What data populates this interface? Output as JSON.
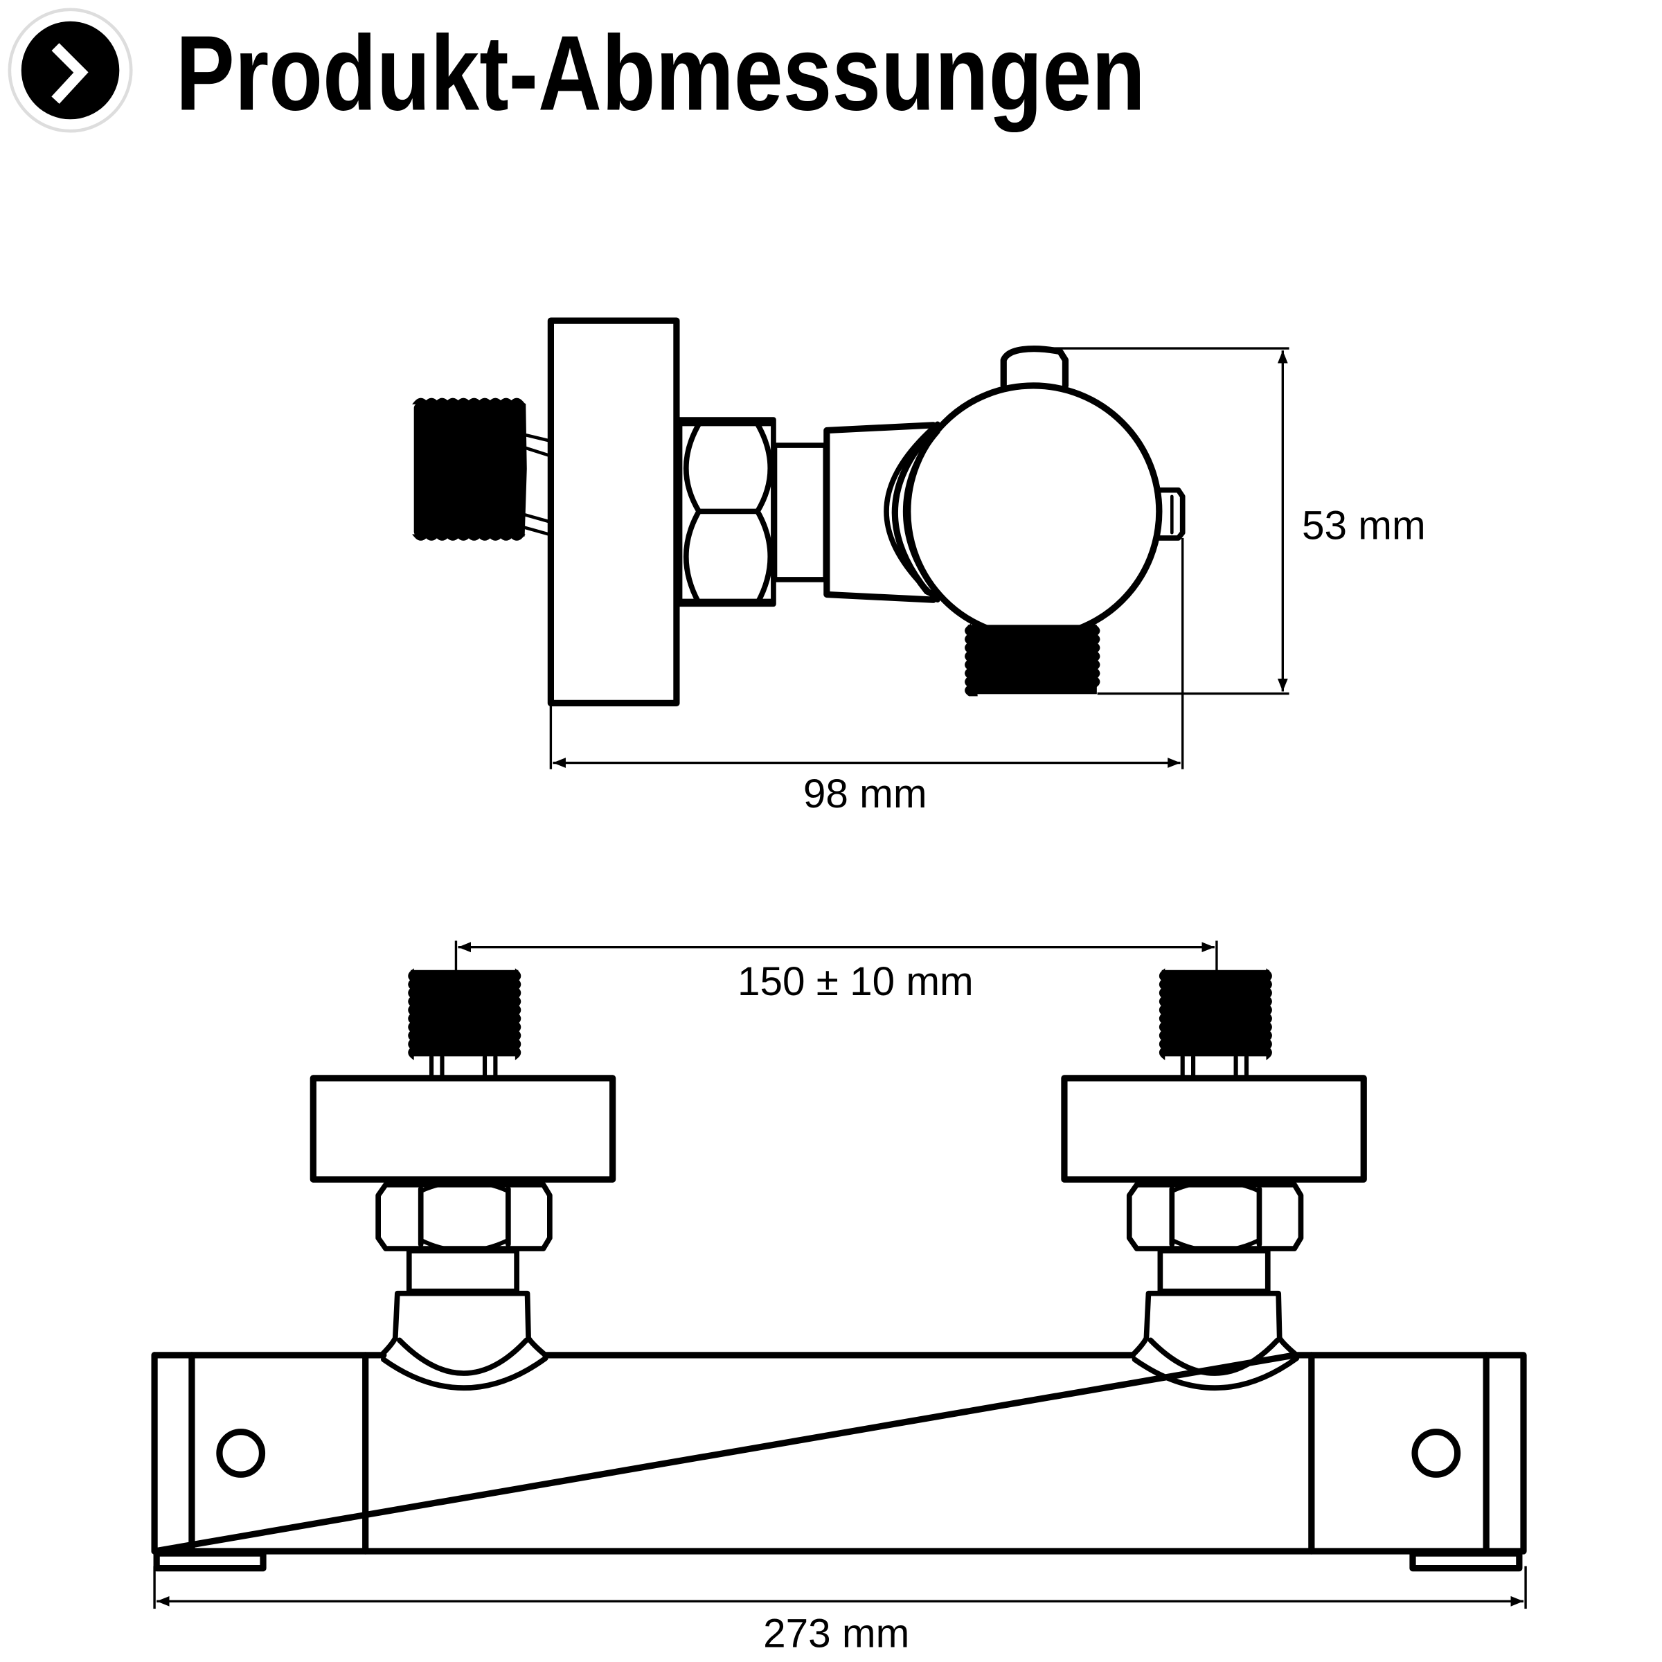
{
  "header": {
    "icon": "chevron-right-circle-icon",
    "title": "Produkt-Abmessungen"
  },
  "side_view": {
    "height_label": "53 mm",
    "depth_label": "98 mm"
  },
  "front_view": {
    "spacing_label": "150 ± 10 mm",
    "width_label": "273 mm"
  },
  "colors": {
    "line": "#000000",
    "background": "#ffffff"
  }
}
